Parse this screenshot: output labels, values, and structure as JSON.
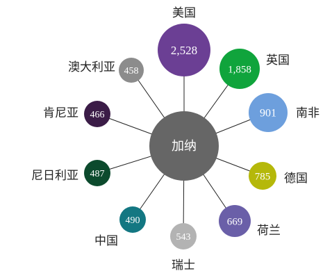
{
  "center": {
    "label": "加纳",
    "color": "#666666"
  },
  "nodes": [
    {
      "name": "美国",
      "value": "2,528",
      "color": "#6b3f94"
    },
    {
      "name": "英国",
      "value": "1,858",
      "color": "#10a43c"
    },
    {
      "name": "南非",
      "value": "901",
      "color": "#6d9fdd"
    },
    {
      "name": "德国",
      "value": "785",
      "color": "#b5b80a"
    },
    {
      "name": "荷兰",
      "value": "669",
      "color": "#6a5fa8"
    },
    {
      "name": "瑞士",
      "value": "543",
      "color": "#b3b3b3"
    },
    {
      "name": "中国",
      "value": "490",
      "color": "#137782"
    },
    {
      "name": "尼日利亚",
      "value": "487",
      "color": "#0c4a2d"
    },
    {
      "name": "肯尼亚",
      "value": "466",
      "color": "#3b1c47"
    },
    {
      "name": "澳大利亚",
      "value": "458",
      "color": "#8c8c8c"
    }
  ]
}
